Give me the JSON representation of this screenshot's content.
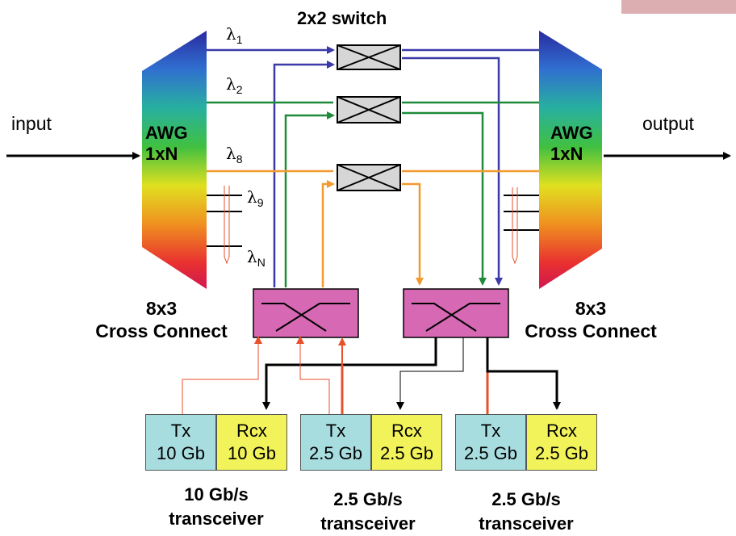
{
  "switch_title": "2x2 switch",
  "input_label": "input",
  "output_label": "output",
  "awg_left": {
    "line1": "AWG",
    "line2": "1xN"
  },
  "awg_right": {
    "line1": "AWG",
    "line2": "1xN"
  },
  "wavelengths": [
    {
      "sym": "λ",
      "sub": "1"
    },
    {
      "sym": "λ",
      "sub": "2"
    },
    {
      "sym": "λ",
      "sub": "8"
    },
    {
      "sym": "λ",
      "sub": "9"
    },
    {
      "sym": "λ",
      "sub": "N"
    }
  ],
  "cross_connect_left": {
    "line1": "8x3",
    "line2": "Cross Connect"
  },
  "cross_connect_right": {
    "line1": "8x3",
    "line2": "Cross Connect"
  },
  "transceivers": [
    {
      "tx": [
        "Tx",
        "10 Gb"
      ],
      "rx": [
        "Rcx",
        "10 Gb"
      ],
      "caption": [
        "10 Gb/s",
        "transceiver"
      ]
    },
    {
      "tx": [
        "Tx",
        "2.5 Gb"
      ],
      "rx": [
        "Rcx",
        "2.5 Gb"
      ],
      "caption": [
        "2.5 Gb/s",
        "transceiver"
      ]
    },
    {
      "tx": [
        "Tx",
        "2.5 Gb"
      ],
      "rx": [
        "Rcx",
        "2.5 Gb"
      ],
      "caption": [
        "2.5 Gb/s",
        "transceiver"
      ]
    }
  ],
  "colors": {
    "lambda1": "#3a3aa8",
    "lambda2": "#1e8a3a",
    "lambda8": "#f29a2e",
    "cross_connect": "#d668b4",
    "switch_fill": "#d6d6d6",
    "tx_fill": "#a8dde0",
    "rx_fill": "#f2f25a",
    "tx_link": "#e8502a",
    "corner_tab": "#dcaeb1"
  }
}
